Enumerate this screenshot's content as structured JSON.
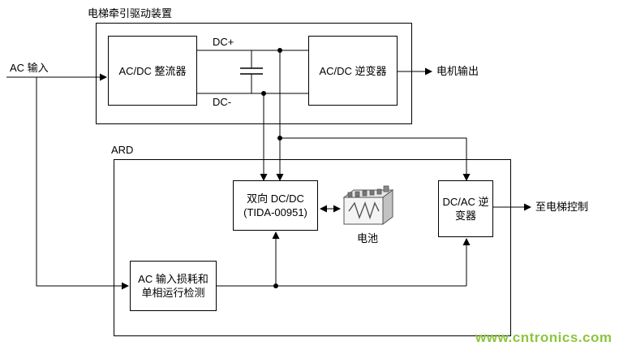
{
  "top_section": {
    "title": "电梯牵引驱动装置",
    "rectifier": "AC/DC 整流器",
    "inverter": "AC/DC 逆变器",
    "dc_plus": "DC+",
    "dc_minus": "DC-"
  },
  "ard_section": {
    "title": "ARD",
    "dcdc_line1": "双向 DC/DC",
    "dcdc_line2": "(TIDA-00951)",
    "battery_label": "电池",
    "dcac_line1": "DC/AC 逆",
    "dcac_line2": "变器",
    "detection_line1": "AC 输入损耗和",
    "detection_line2": "单相运行检测"
  },
  "io_labels": {
    "ac_input": "AC 输入",
    "motor_output": "电机输出",
    "to_elevator_control": "至电梯控制"
  },
  "watermark": {
    "text": "www.cntronics.com",
    "color": "#8cc63e"
  },
  "colors": {
    "line": "#000000",
    "box_border": "#000000",
    "background": "#ffffff"
  }
}
